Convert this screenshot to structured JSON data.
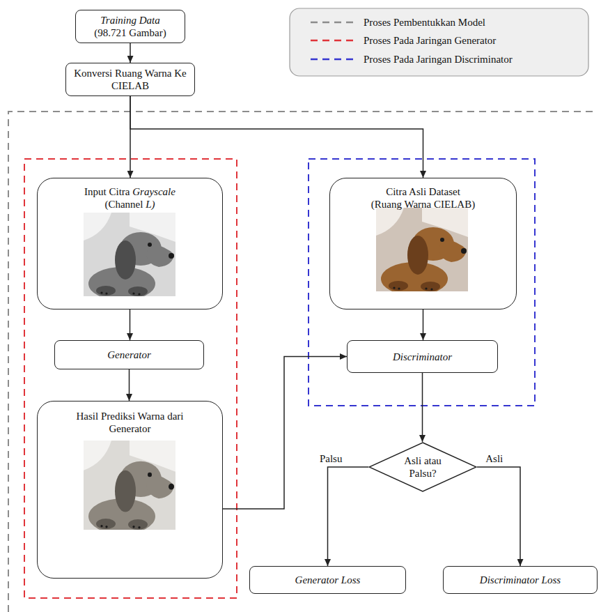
{
  "diagram": {
    "nodes": [
      {
        "text": [
          "Training Data (98.721 Gambar)"
        ]
      },
      {
        "text": [
          "Konversi Ruang Warna Ke CIELAB"
        ]
      },
      {
        "text": [
          "Input Citra Grayscale (Channel L)"
        ]
      },
      {
        "text": [
          "Generator"
        ]
      },
      {
        "text": [
          "Hasil Prediksi Warna dari Generator"
        ]
      },
      {
        "text": [
          "Citra Asli Dataset (Ruang Warna CIELAB)"
        ]
      },
      {
        "text": [
          "Discriminator"
        ]
      },
      {
        "text": [
          "Asli atau Palsu?"
        ]
      },
      {
        "text": [
          "Generator Loss"
        ]
      },
      {
        "text": [
          "Discriminator Loss"
        ]
      }
    ],
    "edges": [
      {
        "from": 0,
        "to": 1,
        "arrow": "to"
      },
      {
        "from": 1,
        "to": 2,
        "arrow": "to"
      },
      {
        "from": 1,
        "to": 5,
        "arrow": "to"
      },
      {
        "from": 2,
        "to": 3,
        "arrow": "to"
      },
      {
        "from": 3,
        "to": 4,
        "arrow": "to"
      },
      {
        "from": 4,
        "to": 6,
        "arrow": "to"
      },
      {
        "from": 5,
        "to": 6,
        "arrow": "to"
      },
      {
        "from": 6,
        "to": 7,
        "arrow": "to"
      },
      {
        "from": 7,
        "to": 8,
        "label": "Palsu",
        "arrow": "to"
      },
      {
        "from": 7,
        "to": 9,
        "label": "Asli",
        "arrow": "to"
      }
    ],
    "legend": [
      {
        "text": "Proses Pembentukkan Model"
      },
      {
        "text": "Proses Pada Jaringan Generator"
      },
      {
        "text": "Proses Pada Jaringan Discriminator"
      }
    ]
  }
}
